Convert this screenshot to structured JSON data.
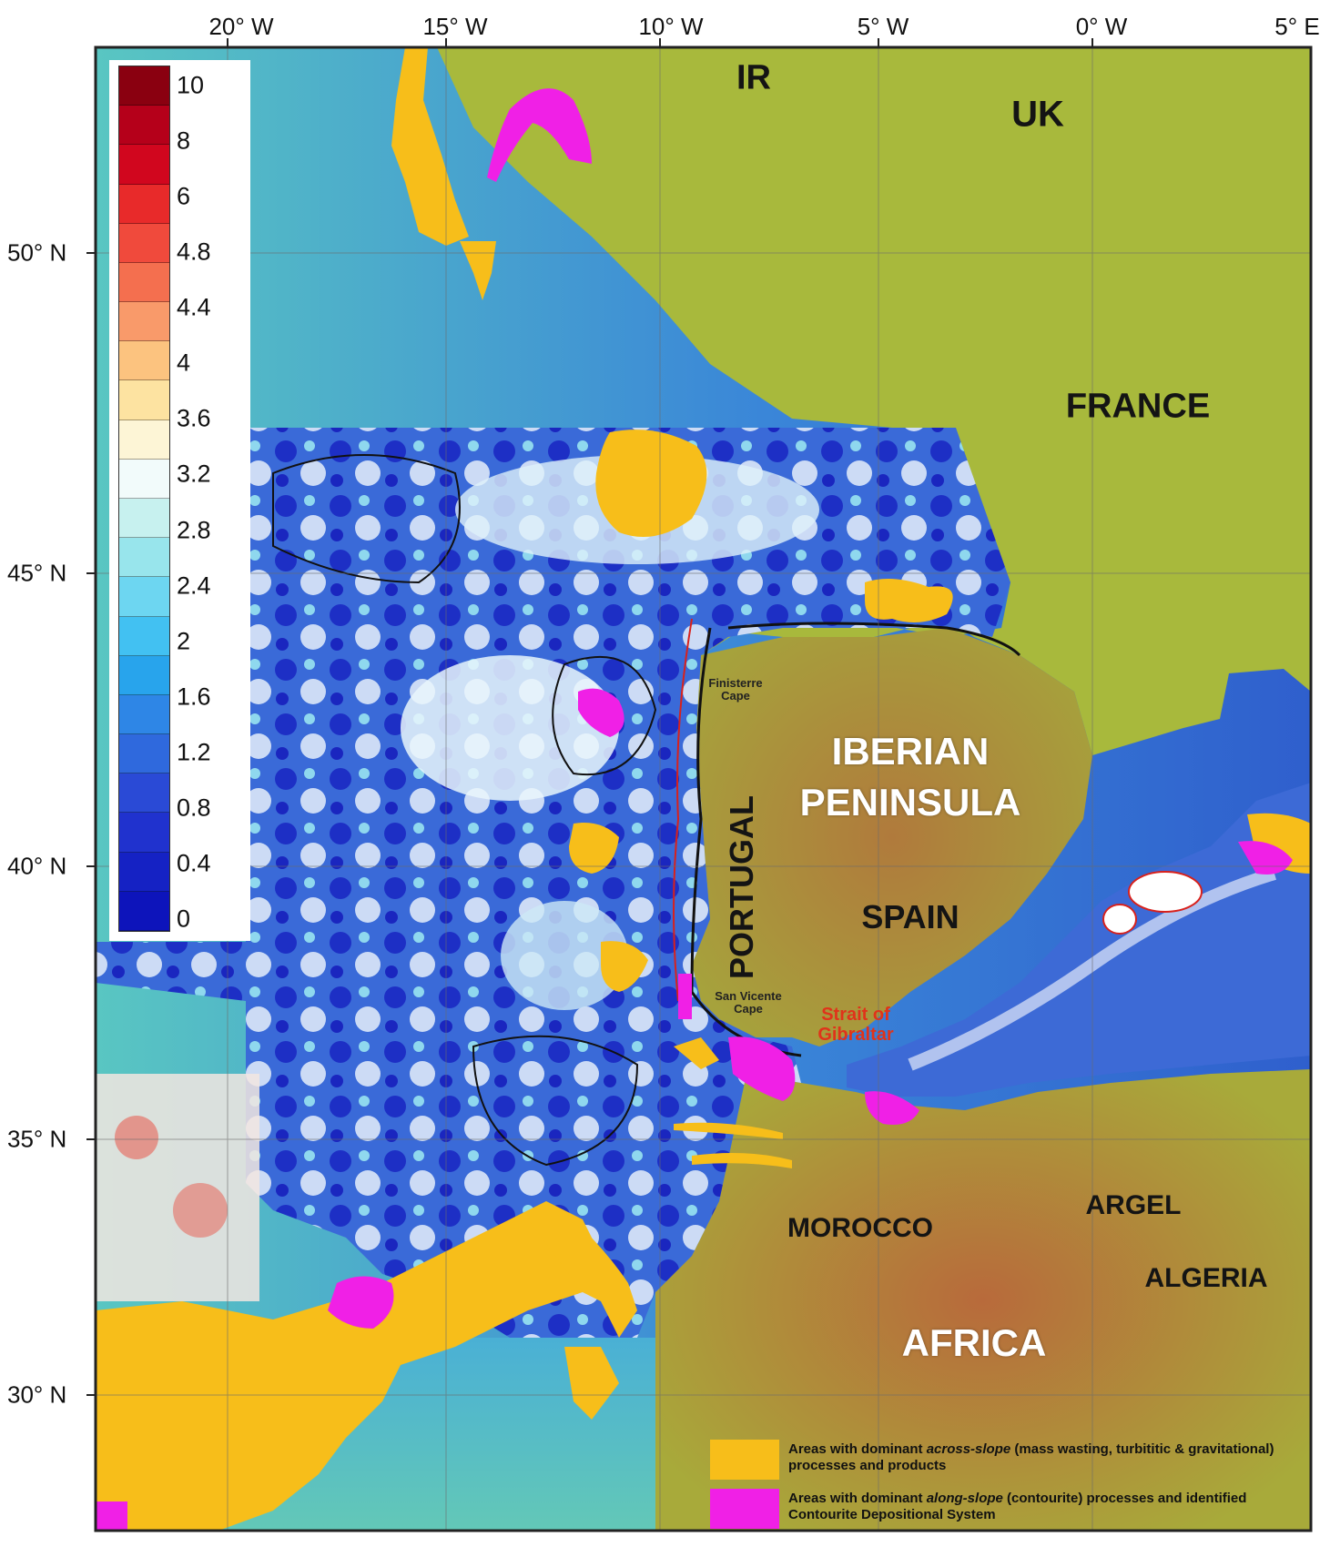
{
  "map": {
    "lon_labels": [
      "20° W",
      "15° W",
      "10° W",
      "5° W",
      "0° W",
      "5° E"
    ],
    "lat_labels": [
      "50° N",
      "45° N",
      "40° N",
      "35° N",
      "30° N"
    ],
    "scale": {
      "values": [
        "10",
        "8",
        "6",
        "4.8",
        "4.4",
        "4",
        "3.6",
        "3.2",
        "2.8",
        "2.4",
        "2",
        "1.6",
        "1.2",
        "0.8",
        "0.4",
        "0"
      ],
      "colors": [
        "#8a0010",
        "#b5001a",
        "#d1061e",
        "#e82a2a",
        "#f04a3c",
        "#f46f4f",
        "#f99a6a",
        "#fcc37f",
        "#fde3a1",
        "#fdf5d6",
        "#f2fbfb",
        "#c7f1ef",
        "#98e5ec",
        "#6dd6f1",
        "#42c1f2",
        "#28a4ec",
        "#2e86e6",
        "#2f69dd",
        "#2a4ad6",
        "#2032ce",
        "#1522c4",
        "#0d14bb"
      ]
    },
    "regions": {
      "ir": "IR",
      "uk": "UK",
      "france": "FRANCE",
      "iberian": "IBERIAN",
      "peninsula": "PENINSULA",
      "spain": "SPAIN",
      "portugal": "PORTUGAL",
      "morocco": "MOROCCO",
      "argel": "ARGEL",
      "algeria": "ALGERIA",
      "africa": "AFRICA"
    },
    "small_labels": {
      "finisterre_1": "Finisterre",
      "finisterre_2": "Cape",
      "sanvicente_1": "San Vicente",
      "sanvicente_2": "Cape",
      "strait_1": "Strait of",
      "strait_2": "Gibraltar"
    },
    "legend": {
      "across": {
        "prefix": "Areas with dominant ",
        "emph": "across-slope",
        "suffix": " (mass wasting, turbititic & gravitational) processes and products",
        "color": "#f7be1a"
      },
      "along": {
        "prefix": "Areas with dominant ",
        "emph": "along-slope",
        "suffix": " (contourite) processes and identified Contourite Depositional System",
        "color": "#f020e6"
      }
    },
    "colors": {
      "land": "#a8b83a",
      "land_relief": "#a26a3a",
      "ocean_deep": "#2540c8",
      "ocean_mid": "#3b8fd8",
      "ocean_light": "#e6f4fb",
      "shelf": "#5ec7c7"
    }
  }
}
